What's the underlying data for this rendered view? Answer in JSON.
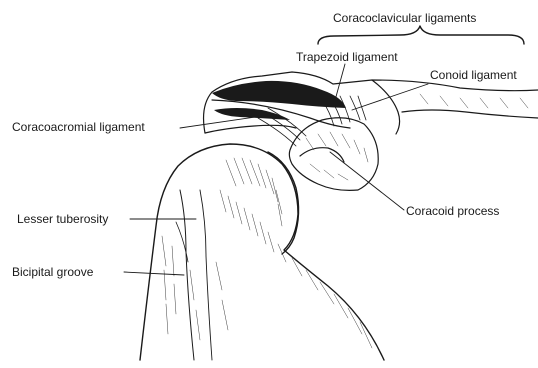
{
  "figure": {
    "labels": {
      "group": "Coracoclavicular ligaments",
      "trapezoid": "Trapezoid ligament",
      "conoid": "Conoid ligament",
      "coracoacromial": "Coracoacromial ligament",
      "coracoid": "Coracoid process",
      "lesser_tuberosity": "Lesser tuberosity",
      "bicipital_groove": "Bicipital groove"
    },
    "ink_color": "#1a1a1a",
    "background_color": "#ffffff"
  }
}
